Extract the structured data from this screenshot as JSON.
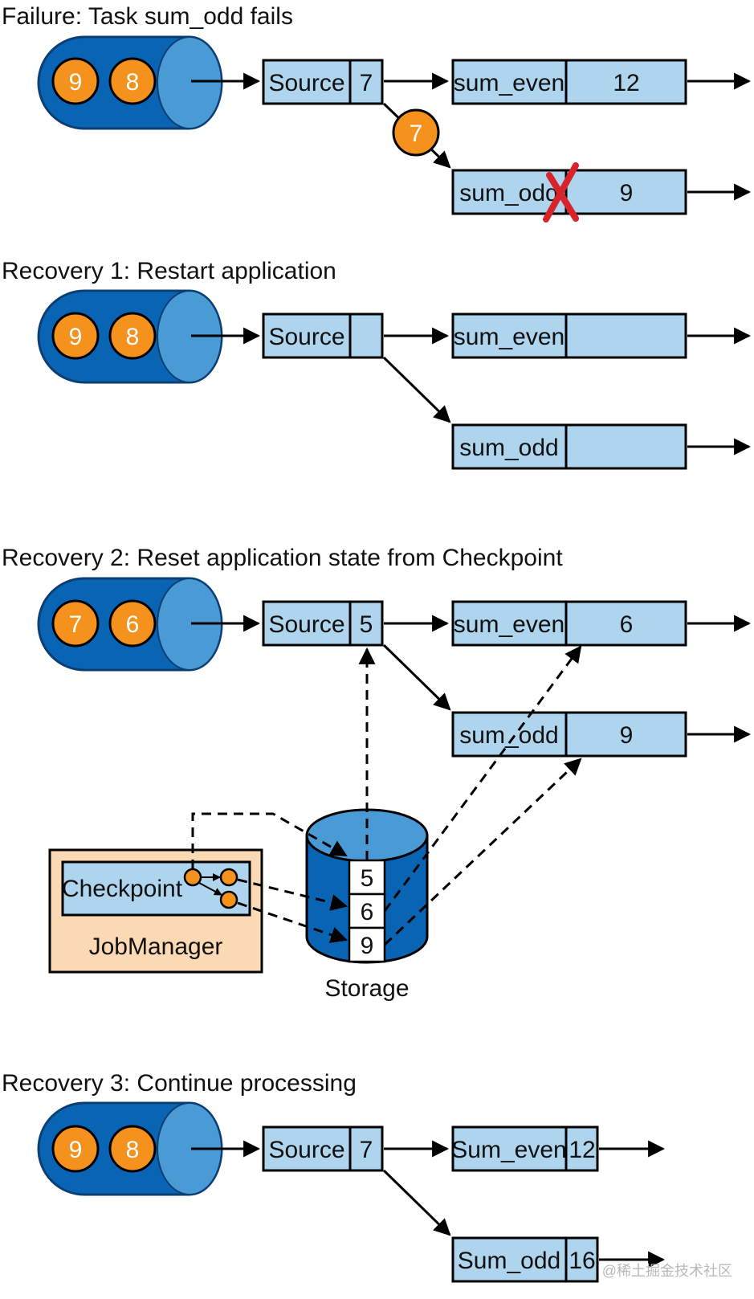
{
  "sections": [
    {
      "title": "Failure: Task sum_odd fails",
      "queue": [
        "9",
        "8"
      ],
      "source": {
        "label": "Source",
        "value": "7"
      },
      "in_flight": "7",
      "sum_even": {
        "label": "sum_even",
        "value": "12"
      },
      "sum_odd": {
        "label": "sum_odd",
        "value": "9"
      },
      "failed_marker": "x-icon"
    },
    {
      "title": "Recovery 1: Restart application",
      "queue": [
        "9",
        "8"
      ],
      "source": {
        "label": "Source",
        "value": ""
      },
      "sum_even": {
        "label": "sum_even",
        "value": ""
      },
      "sum_odd": {
        "label": "sum_odd",
        "value": ""
      }
    },
    {
      "title": "Recovery 2: Reset application state from Checkpoint",
      "queue": [
        "7",
        "6"
      ],
      "source": {
        "label": "Source",
        "value": "5"
      },
      "sum_even": {
        "label": "sum_even",
        "value": "6"
      },
      "sum_odd": {
        "label": "sum_odd",
        "value": "9"
      },
      "checkpoint_label": "Checkpoint",
      "jobmanager_label": "JobManager",
      "storage_label": "Storage",
      "storage_values": [
        "5",
        "6",
        "9"
      ]
    },
    {
      "title": "Recovery 3: Continue processing",
      "queue": [
        "9",
        "8"
      ],
      "source": {
        "label": "Source",
        "value": "7"
      },
      "sum_even": {
        "label": "Sum_even",
        "value": "12"
      },
      "sum_odd": {
        "label": "Sum_odd",
        "value": "16"
      }
    }
  ],
  "watermark": "@稀土掘金技术社区",
  "colors": {
    "queue_blue": "#0a64b4",
    "queue_light": "#4a9ad6",
    "task_fill": "#aed4ee",
    "record_orange": "#f5921e",
    "jobmanager_fill": "#fbd9b5",
    "fail_red": "#d8232a"
  }
}
